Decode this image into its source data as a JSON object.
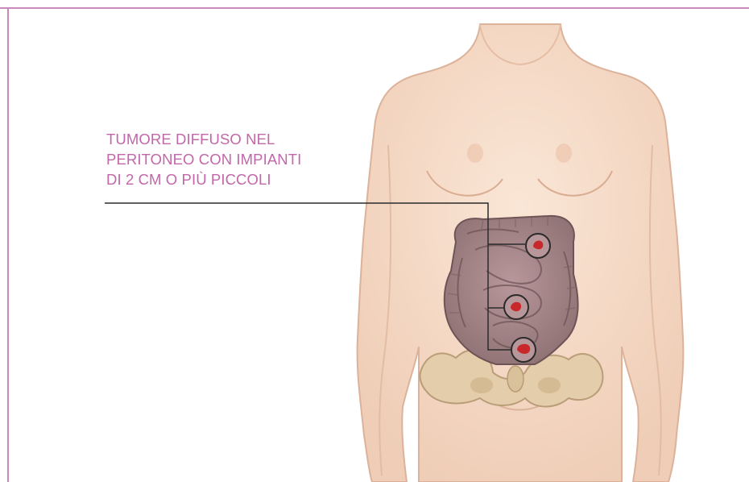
{
  "annotation": {
    "lines": [
      "TUMORE DIFFUSO NEL",
      "PERITONEO CON IMPIANTI",
      "DI 2 CM O PIÙ PICCOLI"
    ]
  },
  "colors": {
    "frame": "#c98ab9",
    "caption": "#c267a9",
    "skin": "#f6dcc8",
    "skin_outline": "#dcb29a",
    "intestine": "#a98a86",
    "pelvis": "#e3cda9",
    "tumor": "#c8282a",
    "leader": "#2b2b2b"
  },
  "icons": [
    "female-torso-illustration",
    "intestines-illustration",
    "pelvis-illustration",
    "tumor-implant-marker"
  ]
}
